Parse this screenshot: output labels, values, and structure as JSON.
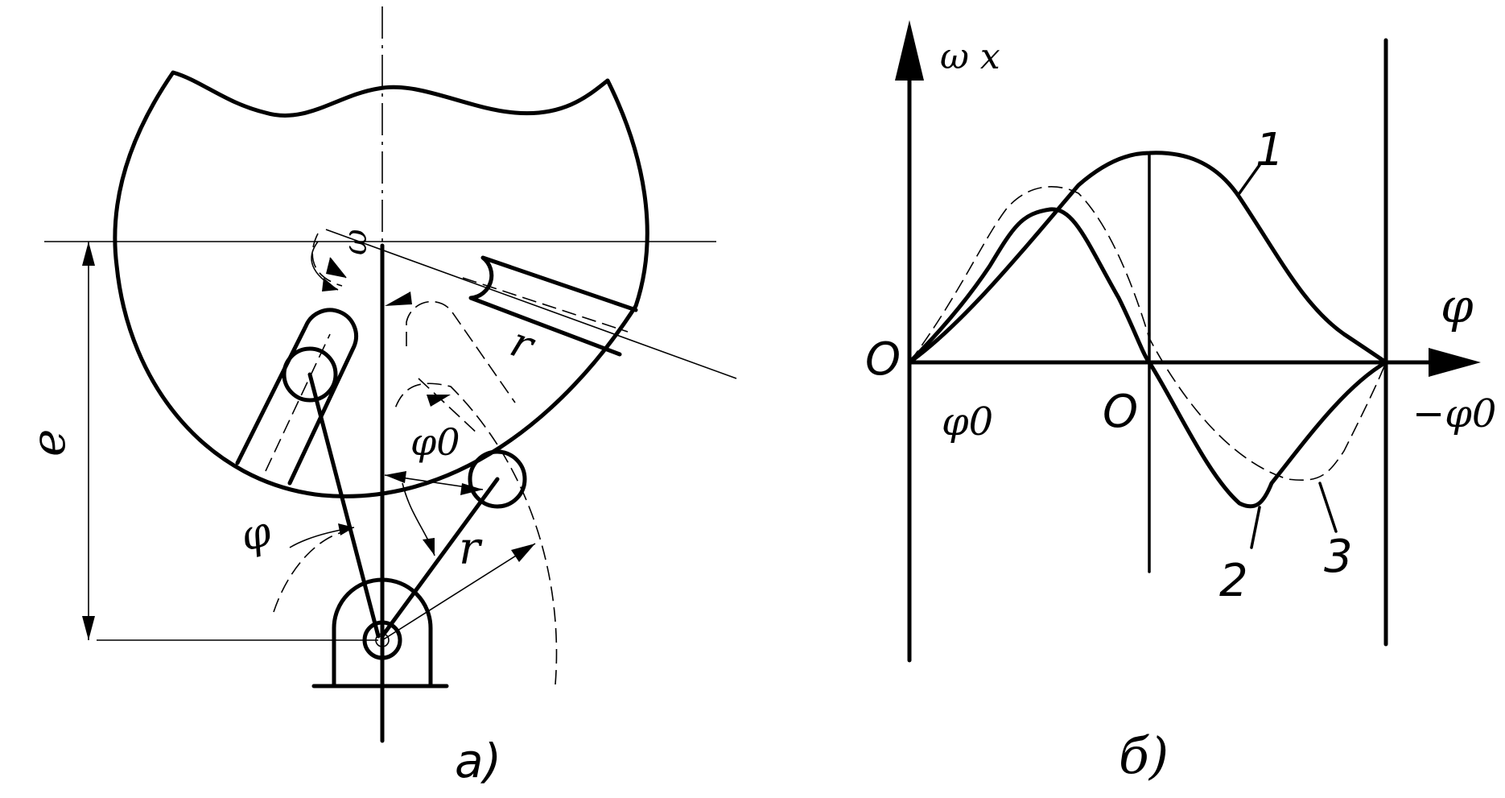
{
  "panel_a": {
    "caption": "а)",
    "labels": {
      "omega": "ω",
      "r_slot": "r",
      "phi0": "φ0",
      "phi": "φ",
      "r_crank": "r",
      "e": "e"
    }
  },
  "panel_b": {
    "caption": "б)",
    "y_axis_label": "ω x",
    "x_axis_label": "φ",
    "origin_left": "O",
    "origin_center": "O",
    "tick_left": "φ0",
    "tick_right": "−φ0",
    "curve_labels": [
      "1",
      "2",
      "3"
    ]
  }
}
